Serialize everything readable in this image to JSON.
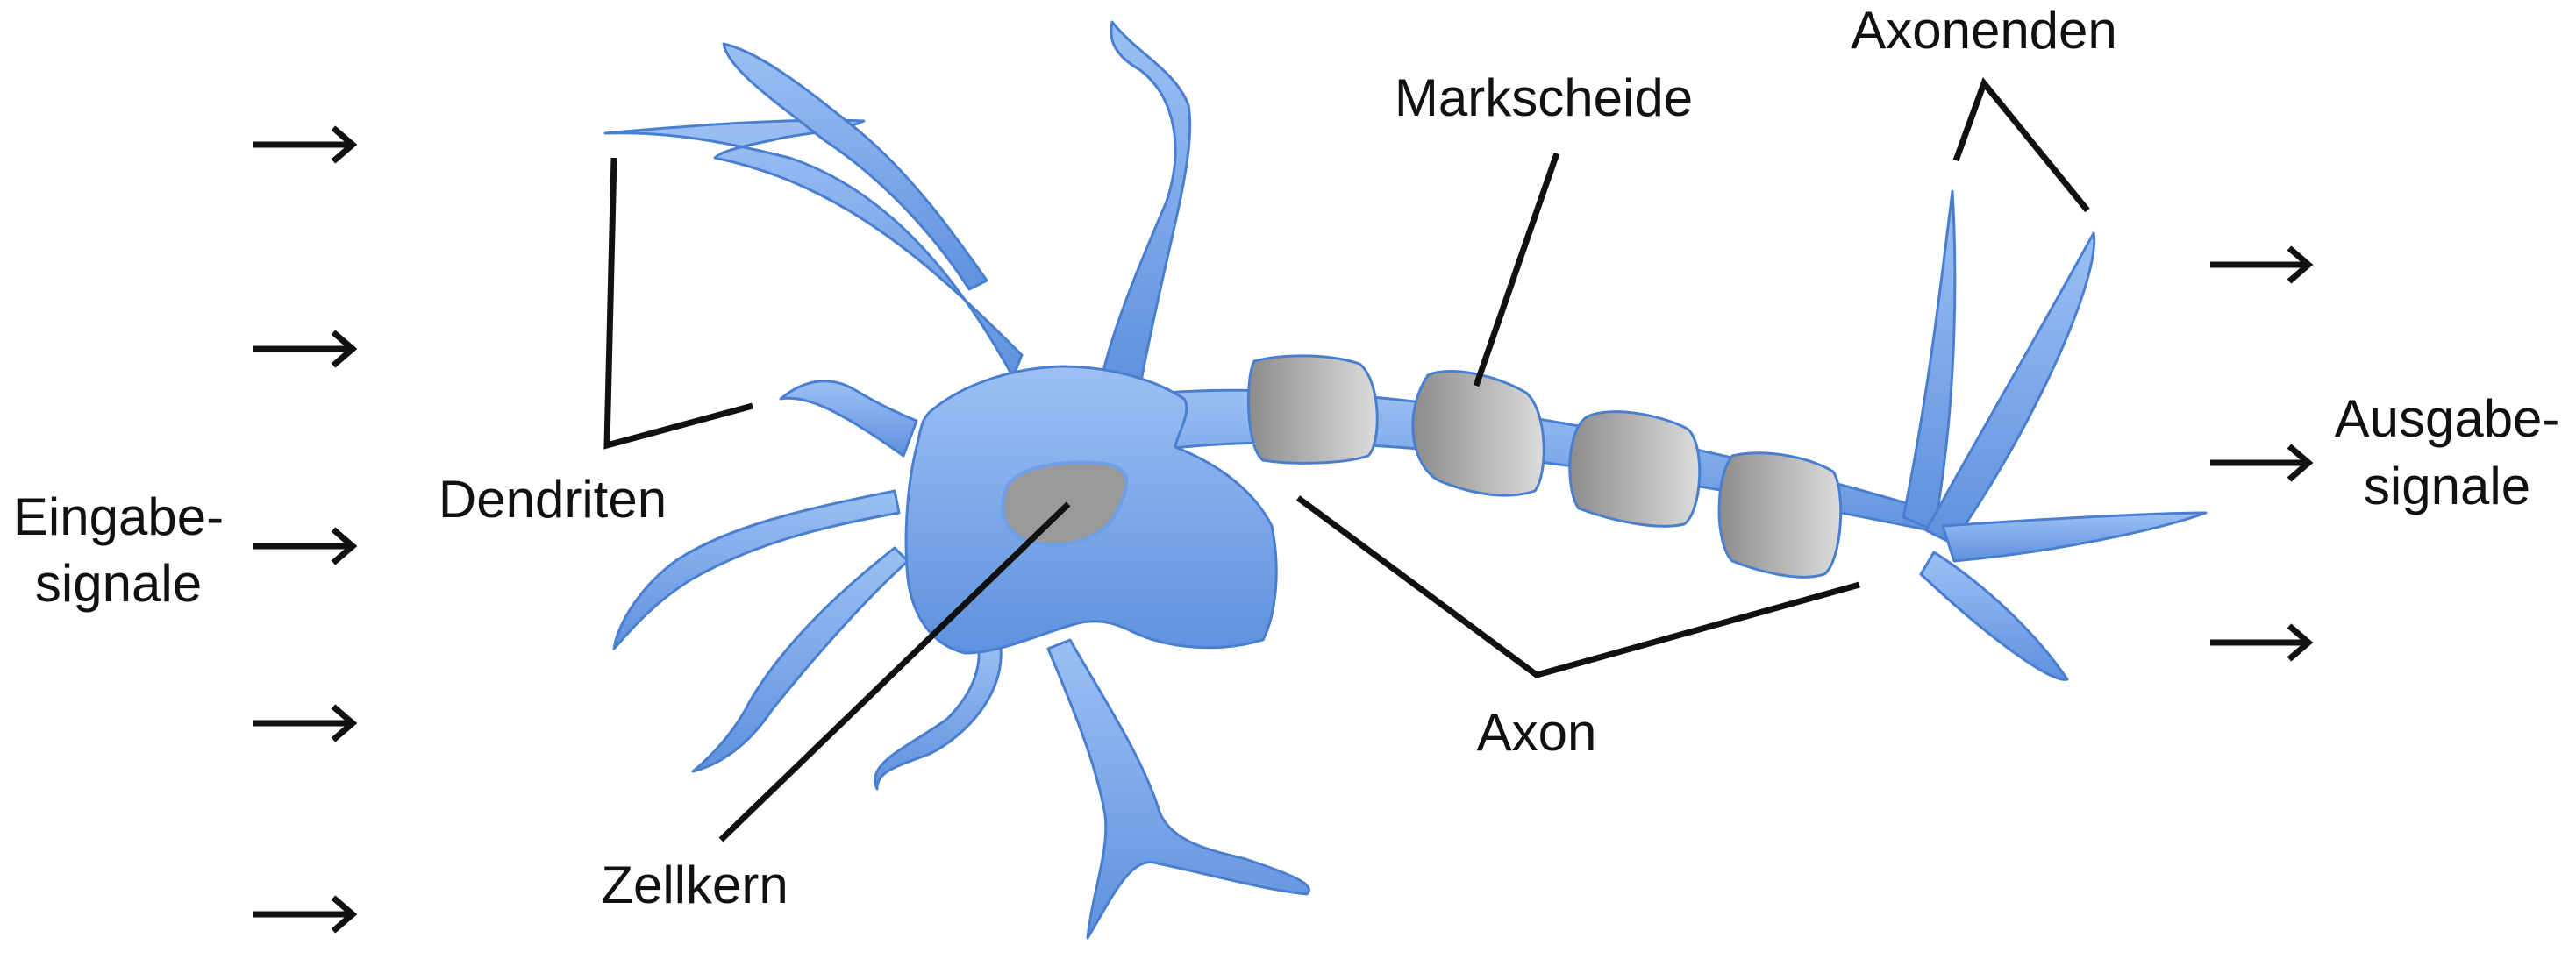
{
  "colors": {
    "neuron_fill": "#6f9fe6",
    "neuron_fill_light": "#8fb6f1",
    "neuron_stroke": "#4a7fd0",
    "myelin_light": "#d7d7d7",
    "myelin_dark": "#8c8c8c",
    "nucleus": "#9a9a9a",
    "line": "#111111"
  },
  "labels": {
    "input_line1": "Eingabe-",
    "input_line2": "signale",
    "dendrites": "Dendriten",
    "nucleus": "Zellkern",
    "myelin_sheath": "Markscheide",
    "axon": "Axon",
    "axon_terminals": "Axonenden",
    "output_line1": "Ausgabe-",
    "output_line2": "signale"
  },
  "input_arrow_count": 5,
  "output_arrow_count": 3
}
